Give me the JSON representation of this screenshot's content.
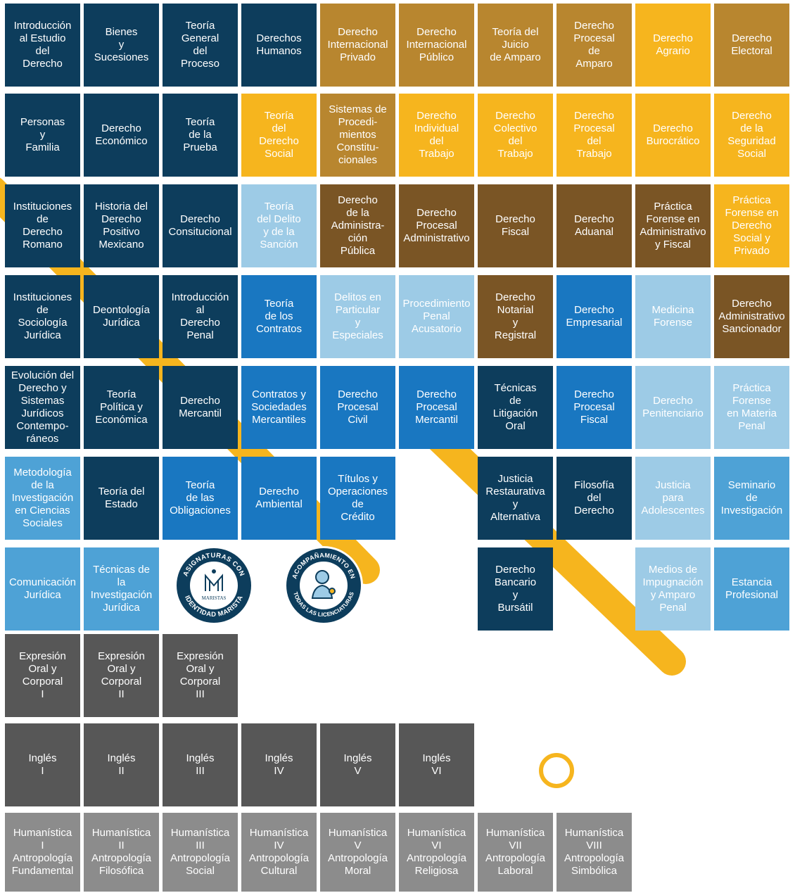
{
  "colors": {
    "navy": "#0d3d5c",
    "gold_dark": "#b8862f",
    "yellow": "#f6b51e",
    "brown": "#7a5525",
    "sky_light": "#9dcbe6",
    "blue": "#1977c1",
    "mid_blue": "#4ea2d6",
    "gray_dark": "#575757",
    "gray_light": "#8c8c8c",
    "stripe": "#f6b51e"
  },
  "rows": [
    [
      {
        "label": "Introducción\nal Estudio\ndel\nDerecho",
        "color": "navy"
      },
      {
        "label": "Bienes\ny\nSucesiones",
        "color": "navy"
      },
      {
        "label": "Teoría\nGeneral\ndel\nProceso",
        "color": "navy"
      },
      {
        "label": "Derechos\nHumanos",
        "color": "navy"
      },
      {
        "label": "Derecho\nInternacional\nPrivado",
        "color": "gold_dark"
      },
      {
        "label": "Derecho\nInternacional\nPúblico",
        "color": "gold_dark"
      },
      {
        "label": "Teoría del\nJuicio\nde Amparo",
        "color": "gold_dark"
      },
      {
        "label": "Derecho\nProcesal\nde\nAmparo",
        "color": "gold_dark"
      },
      {
        "label": "Derecho\nAgrario",
        "color": "yellow"
      },
      {
        "label": "Derecho\nElectoral",
        "color": "gold_dark"
      }
    ],
    [
      {
        "label": "Personas\ny\nFamilia",
        "color": "navy"
      },
      {
        "label": "Derecho\nEconómico",
        "color": "navy"
      },
      {
        "label": "Teoría\nde la\nPrueba",
        "color": "navy"
      },
      {
        "label": "Teoría\ndel\nDerecho\nSocial",
        "color": "yellow"
      },
      {
        "label": "Sistemas de\nProcedi-\nmientos\nConstitu-\ncionales",
        "color": "gold_dark"
      },
      {
        "label": "Derecho\nIndividual\ndel\nTrabajo",
        "color": "yellow"
      },
      {
        "label": "Derecho\nColectivo\ndel\nTrabajo",
        "color": "yellow"
      },
      {
        "label": "Derecho\nProcesal\ndel\nTrabajo",
        "color": "yellow"
      },
      {
        "label": "Derecho\nBurocrático",
        "color": "yellow"
      },
      {
        "label": "Derecho\nde la\nSeguridad\nSocial",
        "color": "yellow"
      }
    ],
    [
      {
        "label": "Instituciones\nde\nDerecho\nRomano",
        "color": "navy"
      },
      {
        "label": "Historia del\nDerecho\nPositivo\nMexicano",
        "color": "navy"
      },
      {
        "label": "Derecho\nConsitucional",
        "color": "navy"
      },
      {
        "label": "Teoría\ndel Delito\ny de la\nSanción",
        "color": "sky_light"
      },
      {
        "label": "Derecho\nde la\nAdministra-\nción\nPública",
        "color": "brown"
      },
      {
        "label": "Derecho\nProcesal\nAdministrativo",
        "color": "brown"
      },
      {
        "label": "Derecho\nFiscal",
        "color": "brown"
      },
      {
        "label": "Derecho\nAduanal",
        "color": "brown"
      },
      {
        "label": "Práctica\nForense en\nAdministrativo\ny Fiscal",
        "color": "brown"
      },
      {
        "label": "Práctica\nForense en\nDerecho\nSocial y\nPrivado",
        "color": "yellow"
      }
    ],
    [
      {
        "label": "Instituciones\nde\nSociología\nJurídica",
        "color": "navy"
      },
      {
        "label": "Deontología\nJurídica",
        "color": "navy"
      },
      {
        "label": "Introducción\nal\nDerecho\nPenal",
        "color": "navy"
      },
      {
        "label": "Teoría\nde los\nContratos",
        "color": "blue"
      },
      {
        "label": "Delitos en\nParticular\ny\nEspeciales",
        "color": "sky_light"
      },
      {
        "label": "Procedimiento\nPenal\nAcusatorio",
        "color": "sky_light"
      },
      {
        "label": "Derecho\nNotarial\ny\nRegistral",
        "color": "brown"
      },
      {
        "label": "Derecho\nEmpresarial",
        "color": "blue"
      },
      {
        "label": "Medicina\nForense",
        "color": "sky_light"
      },
      {
        "label": "Derecho\nAdministrativo\nSancionador",
        "color": "brown"
      }
    ],
    [
      {
        "label": "Evolución del\nDerecho y\nSistemas\nJurídicos\nContempo-\nráneos",
        "color": "navy"
      },
      {
        "label": "Teoría\nPolítica y\nEconómica",
        "color": "navy"
      },
      {
        "label": "Derecho\nMercantil",
        "color": "navy"
      },
      {
        "label": "Contratos y\nSociedades\nMercantiles",
        "color": "blue"
      },
      {
        "label": "Derecho\nProcesal\nCivil",
        "color": "blue"
      },
      {
        "label": "Derecho\nProcesal\nMercantil",
        "color": "blue"
      },
      {
        "label": "Técnicas\nde\nLitigación\nOral",
        "color": "navy"
      },
      {
        "label": "Derecho\nProcesal\nFiscal",
        "color": "blue"
      },
      {
        "label": "Derecho\nPenitenciario",
        "color": "sky_light"
      },
      {
        "label": "Práctica\nForense\nen Materia\nPenal",
        "color": "sky_light"
      }
    ],
    [
      {
        "label": "Metodología\nde la\nInvestigación\nen Ciencias\nSociales",
        "color": "mid_blue"
      },
      {
        "label": "Teoría del\nEstado",
        "color": "navy"
      },
      {
        "label": "Teoría\nde las\nObligaciones",
        "color": "blue"
      },
      {
        "label": "Derecho\nAmbiental",
        "color": "blue"
      },
      {
        "label": "Títulos y\nOperaciones\nde\nCrédito",
        "color": "blue"
      },
      null,
      {
        "label": "Justicia\nRestaurativa\ny\nAlternativa",
        "color": "navy"
      },
      {
        "label": "Filosofía\ndel\nDerecho",
        "color": "navy"
      },
      {
        "label": "Justicia\npara\nAdolescentes",
        "color": "sky_light"
      },
      {
        "label": "Seminario\nde\nInvestigación",
        "color": "mid_blue"
      }
    ],
    [
      {
        "label": "Comunicación\nJurídica",
        "color": "mid_blue"
      },
      {
        "label": "Técnicas de\nla\nInvestigación\nJurídica",
        "color": "mid_blue"
      },
      null,
      null,
      null,
      null,
      {
        "label": "Derecho\nBancario\ny\nBursátil",
        "color": "navy"
      },
      null,
      {
        "label": "Medios de\nImpugnación\ny Amparo\nPenal",
        "color": "sky_light"
      },
      {
        "label": "Estancia\nProfesional",
        "color": "mid_blue"
      }
    ],
    [
      {
        "label": "Expresión\nOral y\nCorporal\nI",
        "color": "gray_dark"
      },
      {
        "label": "Expresión\nOral y\nCorporal\nII",
        "color": "gray_dark"
      },
      {
        "label": "Expresión\nOral y\nCorporal\nIII",
        "color": "gray_dark"
      },
      null,
      null,
      null,
      null,
      null,
      null,
      null
    ],
    [
      {
        "label": "Inglés\nI",
        "color": "gray_dark"
      },
      {
        "label": "Inglés\nII",
        "color": "gray_dark"
      },
      {
        "label": "Inglés\nIII",
        "color": "gray_dark"
      },
      {
        "label": "Inglés\nIV",
        "color": "gray_dark"
      },
      {
        "label": "Inglés\nV",
        "color": "gray_dark"
      },
      {
        "label": "Inglés\nVI",
        "color": "gray_dark"
      },
      null,
      null,
      null,
      null
    ],
    [
      {
        "label": "Humanística\nI\nAntropología\nFundamental",
        "color": "gray_light"
      },
      {
        "label": "Humanística\nII\nAntropología\nFilosófica",
        "color": "gray_light"
      },
      {
        "label": "Humanística\nIII\nAntropología\nSocial",
        "color": "gray_light"
      },
      {
        "label": "Humanística\nIV\nAntropología\nCultural",
        "color": "gray_light"
      },
      {
        "label": "Humanística\nV\nAntropología\nMoral",
        "color": "gray_light"
      },
      {
        "label": "Humanística\nVI\nAntropología\nReligiosa",
        "color": "gray_light"
      },
      {
        "label": "Humanística\nVII\nAntropología\nLaboral",
        "color": "gray_light"
      },
      {
        "label": "Humanística\nVIII\nAntropología\nSimbólica",
        "color": "gray_light"
      },
      null,
      null
    ]
  ],
  "badges": {
    "identidad": {
      "top_text": "ASIGNATURAS CON",
      "bottom_text": "IDENTIDAD MARISTA",
      "center_text": "MARISTAS",
      "icon": "marist-monogram-icon"
    },
    "acompanamiento": {
      "top_text": "ACOMPAÑAMIENTO EN",
      "bottom_text": "TODAS LAS LICENCIATURAS",
      "icon": "mentor-figure-icon"
    }
  }
}
